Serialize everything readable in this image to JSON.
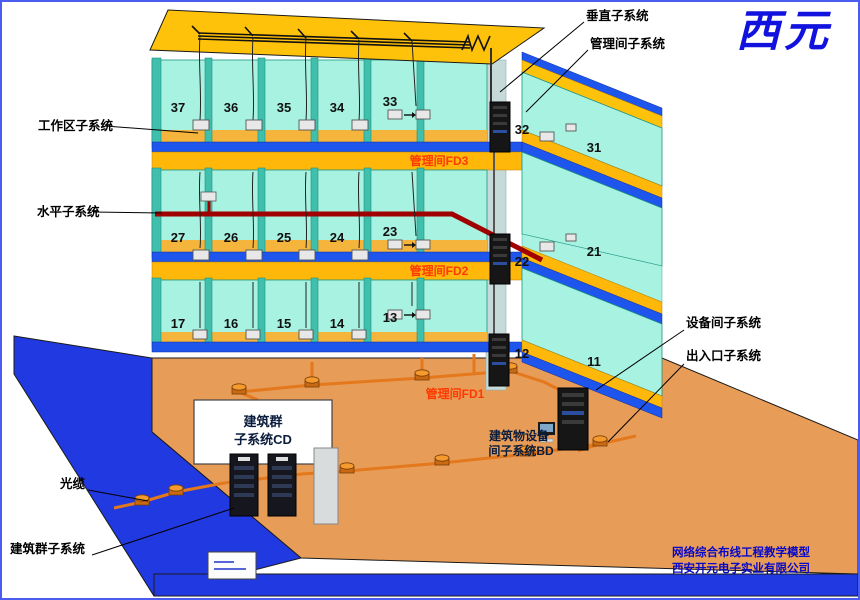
{
  "brand": {
    "logo": "西元"
  },
  "callouts": {
    "vertical": "垂直子系统",
    "management": "管理间子系统",
    "work_area": "工作区子系统",
    "horizontal": "水平子系统",
    "equipment": "设备间子系统",
    "entrance": "出入口子系统",
    "optical": "光缆",
    "campus": "建筑群子系统"
  },
  "floors": {
    "f3": {
      "rooms": [
        "37",
        "36",
        "35",
        "34",
        "33",
        "32",
        "31"
      ],
      "fd": "管理间FD3"
    },
    "f2": {
      "rooms": [
        "27",
        "26",
        "25",
        "24",
        "23",
        "22",
        "21"
      ],
      "fd": "管理间FD2"
    },
    "f1": {
      "rooms": [
        "17",
        "16",
        "15",
        "14",
        "13",
        "12",
        "11"
      ],
      "fd": "管理间FD1"
    }
  },
  "ground": {
    "cd_line1": "建筑群",
    "cd_line2": "子系统CD",
    "bd_line1": "建筑物设备",
    "bd_line2": "间子系统BD"
  },
  "footer": {
    "company_line1": "网络综合布线工程教学模型",
    "company_line2": "西安开元电子实业有限公司"
  },
  "colors": {
    "platform_blue": "#2139e0",
    "floor_yellow": "#ffb80a",
    "roof_yellow": "#ffc20a",
    "wall_cyan": "#a8f2e2",
    "stripe_blue": "#1e55ec",
    "conduit_orange": "#e4781c",
    "cable_red": "#a00000",
    "fd_label_red": "#ff3a00",
    "logo_blue": "#1212de",
    "ground_tan": "#e79c58"
  }
}
